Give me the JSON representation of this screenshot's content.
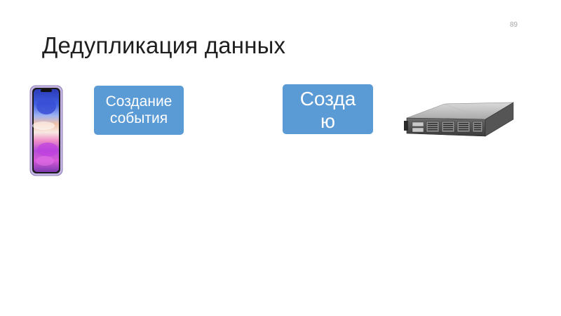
{
  "slide": {
    "page_number": "89",
    "title": "Дедупликация данных"
  },
  "boxes": {
    "left_label": "Создание\nсобытия",
    "right_label": "Созда\nю"
  },
  "images": {
    "phone": "smartphone-icon",
    "server": "rack-server-icon"
  },
  "colors": {
    "box_fill": "#5b9bd5",
    "box_text": "#ffffff",
    "title_text": "#1f1f1f"
  }
}
